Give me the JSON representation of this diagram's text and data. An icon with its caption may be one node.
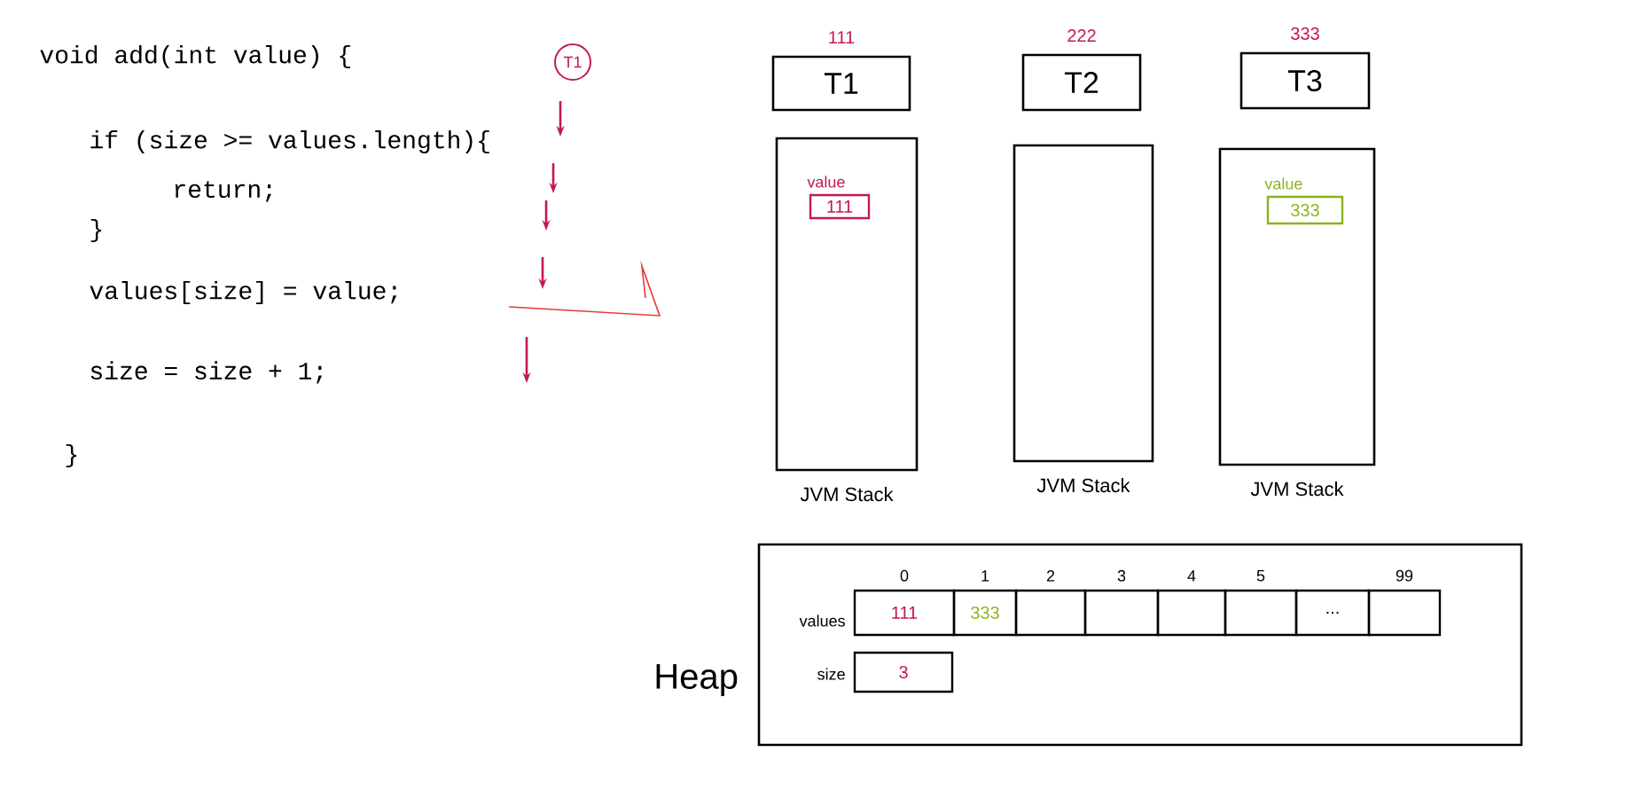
{
  "diagram": {
    "nodes": [
      {
        "text": [
          "T1"
        ]
      },
      {
        "text": [
          "T1"
        ],
        "beside": [
          "111"
        ]
      },
      {
        "text": [
          "T2"
        ],
        "beside": [
          "222"
        ]
      },
      {
        "text": [
          "T3"
        ],
        "beside": [
          "333"
        ]
      },
      {
        "text": [
          "JVM Stack"
        ]
      },
      {
        "text": [
          "111"
        ],
        "beside": [
          "value"
        ],
        "in": 4
      },
      {
        "text": [
          "JVM Stack"
        ]
      },
      {
        "text": [
          "JVM Stack"
        ]
      },
      {
        "text": [
          "333"
        ],
        "beside": [
          "value"
        ],
        "in": 7
      },
      {
        "text": [
          "Heap"
        ]
      },
      {
        "text": [
          "111"
        ],
        "beside": [
          "0"
        ],
        "in": 9
      },
      {
        "text": [
          "333"
        ],
        "beside": [
          "1"
        ],
        "in": 9
      },
      {
        "text": [],
        "shape": "box",
        "beside": [
          "2"
        ],
        "in": 9
      },
      {
        "text": [],
        "shape": "box",
        "beside": [
          "3"
        ],
        "in": 9
      },
      {
        "text": [],
        "shape": "box",
        "beside": [
          "4"
        ],
        "in": 9
      },
      {
        "text": [],
        "shape": "box",
        "beside": [
          "5"
        ],
        "in": 9
      },
      {
        "text": [
          "..."
        ],
        "in": 9
      },
      {
        "text": [],
        "shape": "box",
        "beside": [
          "99"
        ],
        "in": 9
      },
      {
        "text": [
          "3"
        ],
        "in": 9
      }
    ],
    "labels": [
      "void add(int value) {",
      "if (size >= values.length){",
      "return;",
      "}",
      "values[size] = value;",
      "size = size + 1;",
      "}",
      "values",
      "size"
    ]
  }
}
